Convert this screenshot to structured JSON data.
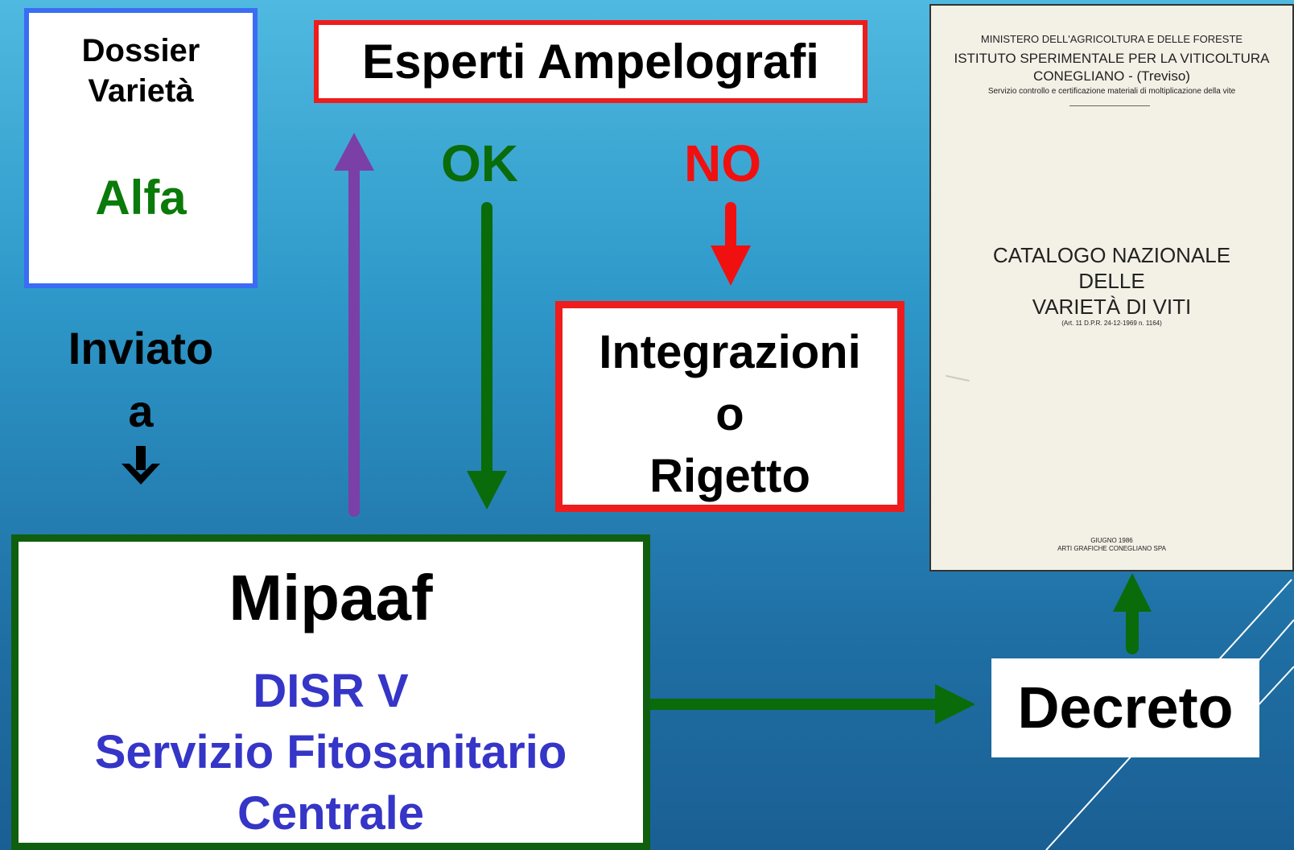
{
  "dossier": {
    "line1": "Dossier",
    "line2": "Varietà",
    "variety": "Alfa"
  },
  "experts": {
    "label": "Esperti Ampelografi"
  },
  "outcomes": {
    "ok": "OK",
    "no": "NO"
  },
  "sent_to": {
    "line1": "Inviato",
    "line2": "a",
    "arrow_icon": "heavy-down-arrow-icon"
  },
  "integration": {
    "line1": "Integrazioni",
    "line2": "o",
    "line3": "Rigetto"
  },
  "ministry": {
    "name": "Mipaaf",
    "dept": "DISR V",
    "service_line1": "Servizio Fitosanitario",
    "service_line2": "Centrale"
  },
  "decree": {
    "label": "Decreto"
  },
  "catalog_cover": {
    "ministry": "MINISTERO DELL'AGRICOLTURA E DELLE FORESTE",
    "institute": "ISTITUTO SPERIMENTALE PER LA VITICOLTURA",
    "location": "CONEGLIANO - (Treviso)",
    "service": "Servizio controllo e certificazione materiali di moltiplicazione della vite",
    "title_line1": "CATALOGO NAZIONALE",
    "title_line2": "DELLE",
    "title_line3": "VARIETÀ DI VITI",
    "article": "(Art. 11 D.P.R. 24-12-1969 n. 1164)",
    "date": "GIUGNO 1986",
    "printer": "ARTI GRAFICHE CONEGLIANO SPA"
  },
  "colors": {
    "blue_border": "#3b6cf5",
    "red": "#ee1c1c",
    "green": "#0a6b0a",
    "purple": "#7b3fa8",
    "text_blue": "#3535c8"
  }
}
